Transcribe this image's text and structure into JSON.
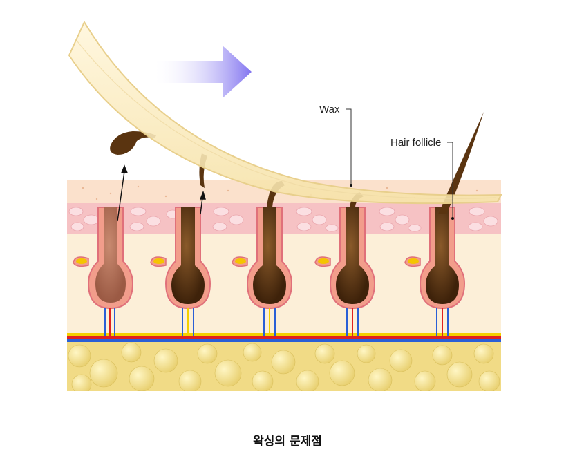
{
  "labels": {
    "wax": "Wax",
    "hair_follicle": "Hair follicle"
  },
  "caption": "왁싱의 문제점",
  "colors": {
    "epidermis": "#fbe3cf",
    "dermis_top": "#f7c9c6",
    "dermis": "#fcefd6",
    "fat": "#f3df93",
    "follicle": "#f0a08f",
    "hair_bulb": "#5a3410",
    "wax_strip": "#fbeec4",
    "arrow": "#8a7bf2",
    "artery": "#e02020",
    "vein": "#2a5fd6"
  }
}
